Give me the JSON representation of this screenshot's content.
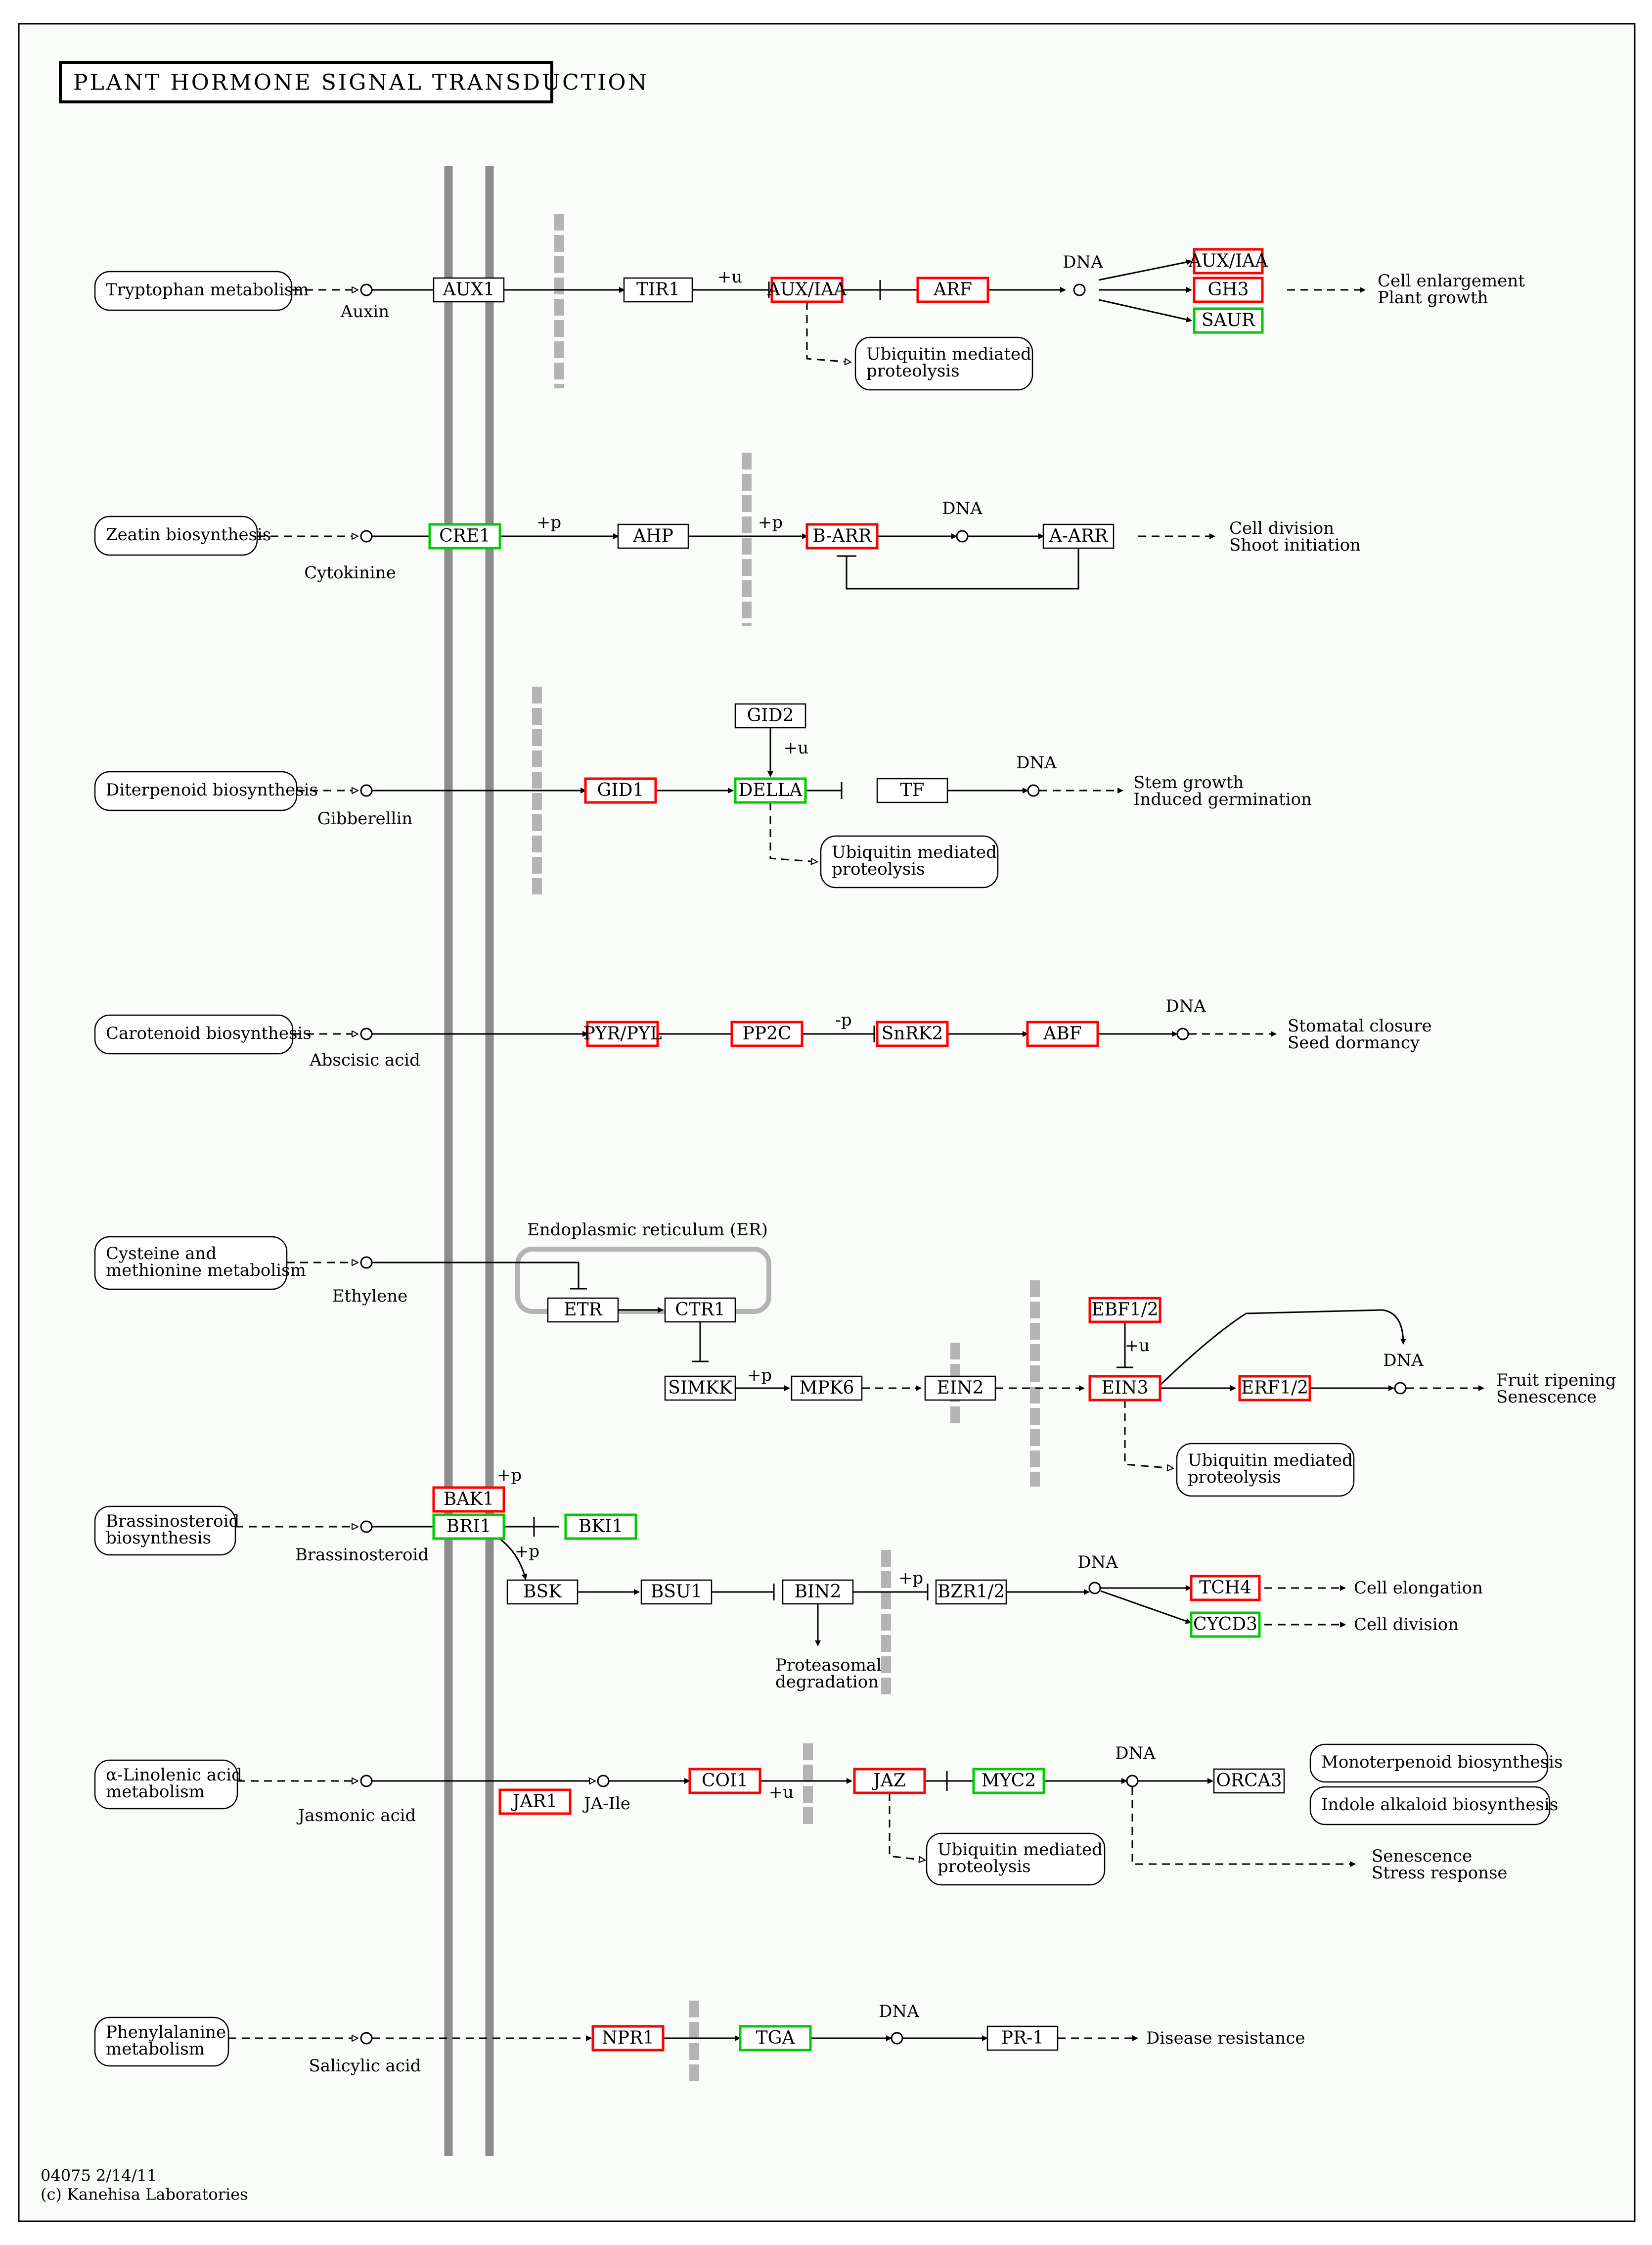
{
  "title": "PLANT HORMONE SIGNAL TRANSDUCTION",
  "footer": {
    "map_id": "04075 2/14/11",
    "copyright": "(c) Kanehisa Laboratories"
  },
  "colors": {
    "up": "#ff0000",
    "down": "#00cc00",
    "neutral": "#000000",
    "membrane": "#8c8c8c",
    "barrier": "#b4b4b4",
    "background": "#fafcfa"
  },
  "legend_semantics": {
    "red": "up-regulated gene",
    "green": "down-regulated gene",
    "black": "not highlighted"
  },
  "pathways": [
    {
      "key": "auxin",
      "source": "Tryptophan metabolism",
      "hormone": "Auxin",
      "genes": [
        "AUX1",
        "TIR1",
        "AUX/IAA",
        "ARF",
        "AUX/IAA",
        "GH3",
        "SAUR"
      ],
      "gene_status": [
        "neutral",
        "neutral",
        "up",
        "up",
        "up",
        "up",
        "down"
      ],
      "edges": [
        "+u"
      ],
      "response": [
        "Cell enlargement",
        "Plant growth"
      ],
      "proteolysis": [
        "Ubiquitin mediated",
        "proteolysis"
      ]
    },
    {
      "key": "cytokinin",
      "source": "Zeatin biosynthesis",
      "hormone": "Cytokinine",
      "genes": [
        "CRE1",
        "AHP",
        "B-ARR",
        "A-ARR"
      ],
      "gene_status": [
        "down",
        "neutral",
        "up",
        "neutral"
      ],
      "edges": [
        "+p",
        "+p"
      ],
      "response": [
        "Cell division",
        "Shoot initiation"
      ]
    },
    {
      "key": "gibberellin",
      "source": "Diterpenoid biosynthesis",
      "hormone": "Gibberellin",
      "genes": [
        "GID1",
        "GID2",
        "DELLA",
        "TF"
      ],
      "gene_status": [
        "up",
        "neutral",
        "down",
        "neutral"
      ],
      "edges": [
        "+u"
      ],
      "response": [
        "Stem growth",
        "Induced germination"
      ],
      "proteolysis": [
        "Ubiquitin mediated",
        "proteolysis"
      ]
    },
    {
      "key": "aba",
      "source": "Carotenoid biosynthesis",
      "hormone": "Abscisic acid",
      "genes": [
        "PYR/PYL",
        "PP2C",
        "SnRK2",
        "ABF"
      ],
      "gene_status": [
        "up",
        "up",
        "up",
        "up"
      ],
      "edges": [
        "-p"
      ],
      "response": [
        "Stomatal closure",
        "Seed dormancy"
      ]
    },
    {
      "key": "ethylene",
      "source": [
        "Cysteine and",
        "methionine metabolism"
      ],
      "hormone": "Ethylene",
      "compartment": "Endoplasmic reticulum (ER)",
      "genes": [
        "ETR",
        "CTR1",
        "SIMKK",
        "MPK6",
        "EIN2",
        "EBF1/2",
        "EIN3",
        "ERF1/2"
      ],
      "gene_status": [
        "neutral",
        "neutral",
        "neutral",
        "neutral",
        "neutral",
        "up",
        "up",
        "up"
      ],
      "edges": [
        "+p",
        "+u"
      ],
      "response": [
        "Fruit ripening",
        "Senescence"
      ],
      "proteolysis": [
        "Ubiquitin mediated",
        "proteolysis"
      ]
    },
    {
      "key": "brassinosteroid",
      "source": [
        "Brassinosteroid",
        "biosynthesis"
      ],
      "hormone": "Brassinosteroid",
      "genes": [
        "BAK1",
        "BRI1",
        "BKI1",
        "BSK",
        "BSU1",
        "BIN2",
        "BZR1/2",
        "TCH4",
        "CYCD3"
      ],
      "gene_status": [
        "up",
        "down",
        "down",
        "neutral",
        "neutral",
        "neutral",
        "neutral",
        "up",
        "down"
      ],
      "edges": [
        "+p",
        "+p",
        "+p"
      ],
      "degradation": [
        "Proteasomal",
        "degradation"
      ],
      "response": [
        "Cell elongation",
        "Cell division"
      ]
    },
    {
      "key": "jasmonate",
      "source": [
        "α-Linolenic acid",
        "metabolism"
      ],
      "hormone": "Jasmonic acid",
      "compound2": "JA-Ile",
      "genes": [
        "JAR1",
        "COI1",
        "JAZ",
        "MYC2",
        "ORCA3"
      ],
      "gene_status": [
        "up",
        "up",
        "up",
        "down",
        "neutral"
      ],
      "edges": [
        "+u"
      ],
      "targets": [
        "Monoterpenoid biosynthesis",
        "Indole alkaloid biosynthesis"
      ],
      "response": [
        "Senescence",
        "Stress response"
      ],
      "proteolysis": [
        "Ubiquitin mediated",
        "proteolysis"
      ]
    },
    {
      "key": "salicylic",
      "source": [
        "Phenylalanine",
        "metabolism"
      ],
      "hormone": "Salicylic acid",
      "genes": [
        "NPR1",
        "TGA",
        "PR-1"
      ],
      "gene_status": [
        "up",
        "down",
        "neutral"
      ],
      "response": [
        "Disease resistance"
      ]
    }
  ],
  "dna_label": "DNA"
}
